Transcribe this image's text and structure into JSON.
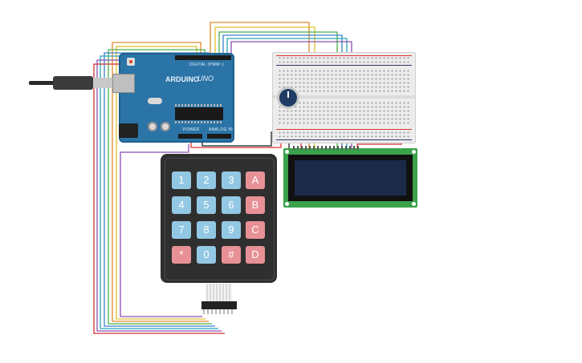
{
  "arduino": {
    "logo": "ARDUINO",
    "model": "UNO",
    "digital_label": "DIGITAL (PWM~)",
    "power_label": "POWER",
    "analog_label": "ANALOG IN"
  },
  "keypad": {
    "keys": [
      "1",
      "2",
      "3",
      "A",
      "4",
      "5",
      "6",
      "B",
      "7",
      "8",
      "9",
      "C",
      "*",
      "0",
      "#",
      "D"
    ]
  },
  "colors": {
    "board": "#2b74a7",
    "lcd_pcb": "#3aa24a",
    "lcd_screen": "#1c2a4a",
    "key_number": "#93c8e4",
    "key_letter": "#e79196",
    "keypad_body": "#2f2f2f"
  },
  "icons": {
    "potentiometer": "potentiometer-icon",
    "usb": "usb-cable-icon"
  }
}
